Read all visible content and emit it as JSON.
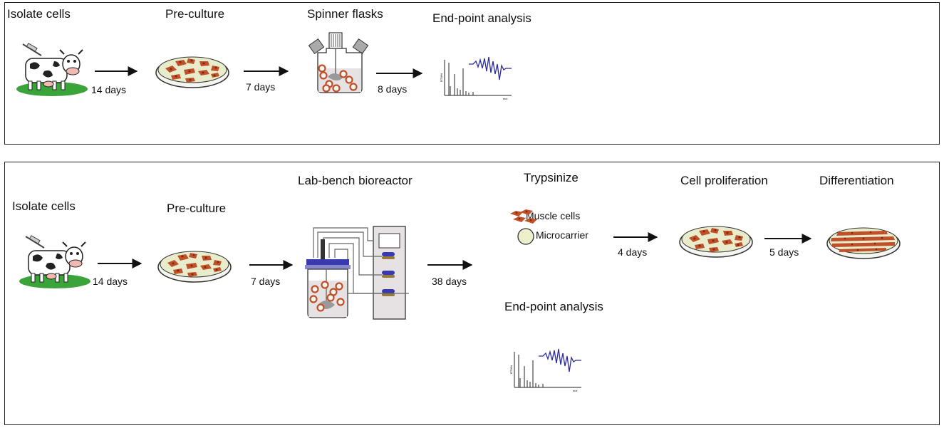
{
  "top": {
    "labels": {
      "isolate": "Isolate cells",
      "preculture": "Pre-culture",
      "spinner": "Spinner flasks",
      "endpoint": "End-point analysis"
    },
    "days": {
      "d1": "14 days",
      "d2": "7 days",
      "d3": "8 days"
    }
  },
  "bottom": {
    "labels": {
      "isolate": "Isolate cells",
      "preculture": "Pre-culture",
      "bioreactor": "Lab-bench bioreactor",
      "trypsinize": "Trypsinize",
      "proliferation": "Cell proliferation",
      "differentiation": "Differentiation",
      "endpoint": "End-point analysis"
    },
    "legend": {
      "muscle": "Muscle cells",
      "microcarrier": "Microcarrier"
    },
    "days": {
      "d1": "14 days",
      "d2": "7 days",
      "d3": "38 days",
      "d4": "4 days",
      "d5": "5 days"
    }
  },
  "colors": {
    "cell": "#c0502a",
    "dish_fill": "#e8eccb",
    "grass": "#3aa43a",
    "spectrum": "#2a2a9a",
    "lid": "#3a3ab0",
    "bag": "#9a7a3a"
  }
}
